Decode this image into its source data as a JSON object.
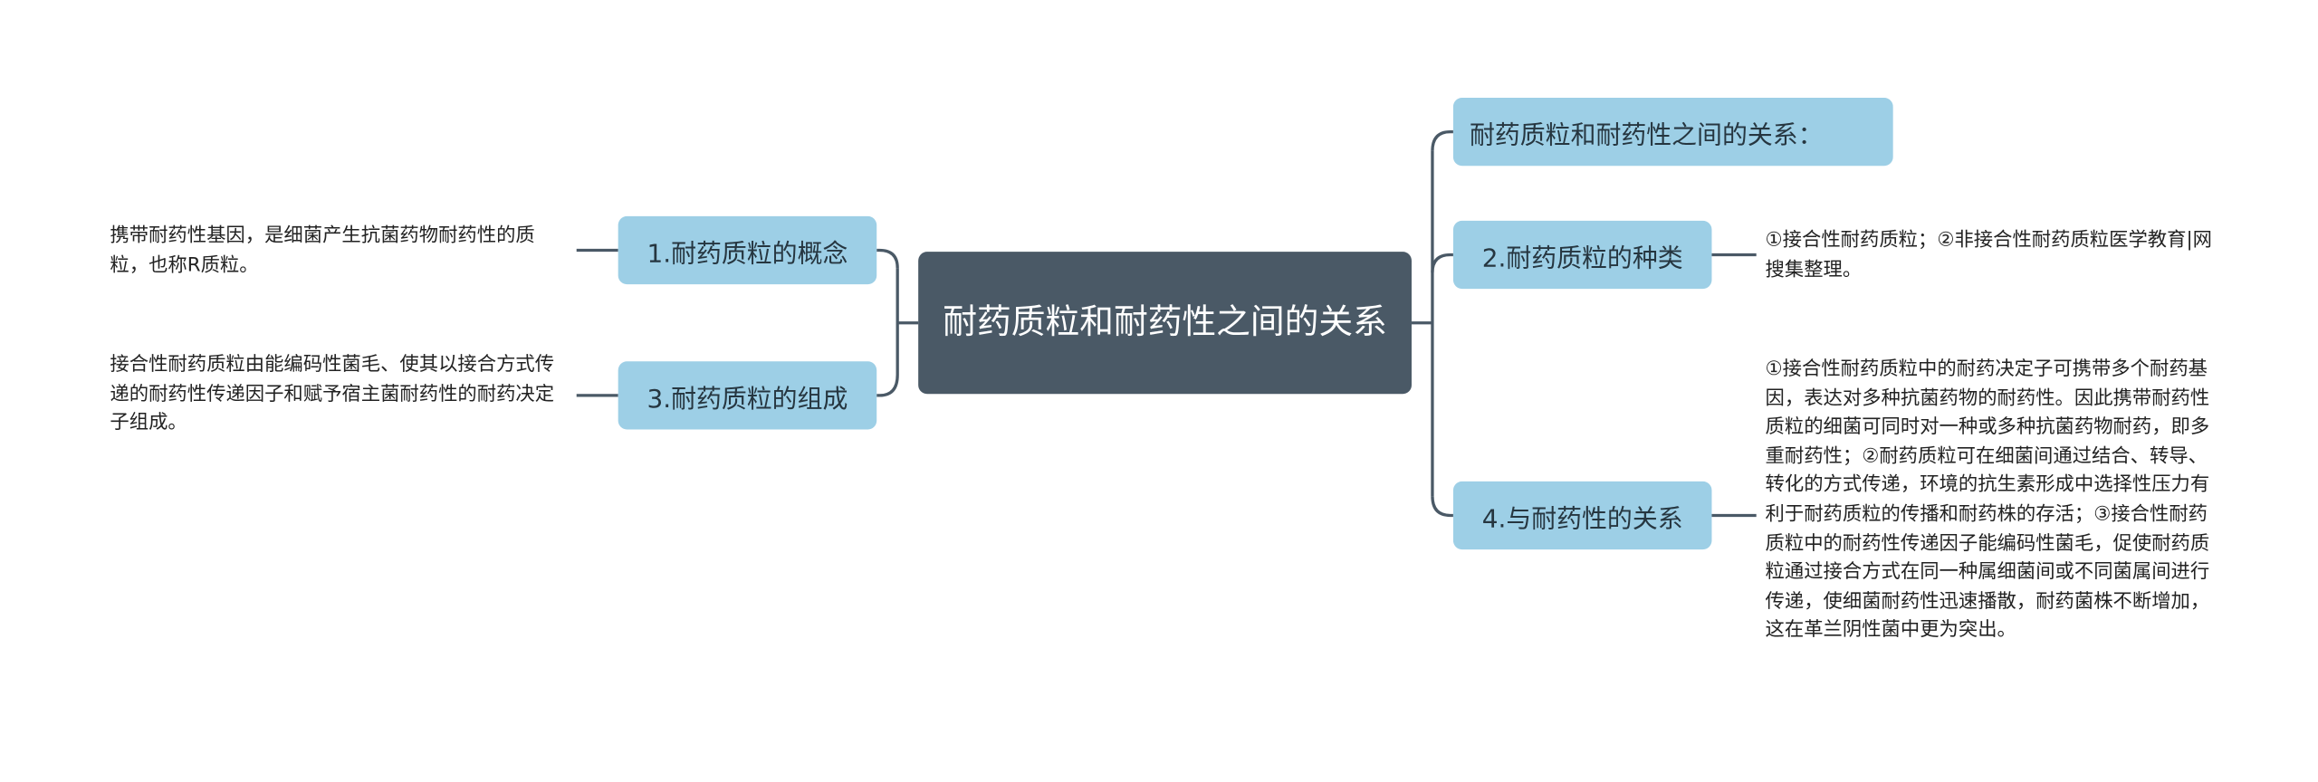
{
  "root": {
    "title": "耐药质粒和耐药性之间的关系"
  },
  "left_branches": [
    {
      "label": "1.耐药质粒的概念",
      "detail": "携带耐药性基因，是细菌产生抗菌药物耐药性的质粒，也称R质粒。"
    },
    {
      "label": "3.耐药质粒的组成",
      "detail": "接合性耐药质粒由能编码性菌毛、使其以接合方式传递的耐药性传递因子和赋予宿主菌耐药性的耐药决定子组成。"
    }
  ],
  "right_branches": [
    {
      "label": "耐药质粒和耐药性之间的关系："
    },
    {
      "label": "2.耐药质粒的种类",
      "detail": "①接合性耐药质粒；②非接合性耐药质粒医学教育|网搜集整理。"
    },
    {
      "label": "4.与耐药性的关系",
      "detail": "①接合性耐药质粒中的耐药决定子可携带多个耐药基因，表达对多种抗菌药物的耐药性。因此携带耐药性质粒的细菌可同时对一种或多种抗菌药物耐药，即多重耐药性；②耐药质粒可在细菌间通过结合、转导、转化的方式传递，环境的抗生素形成中选择性压力有利于耐药质粒的传播和耐药株的存活；③接合性耐药质粒中的耐药性传递因子能编码性菌毛，促使耐药质粒通过接合方式在同一种属细菌间或不同菌属间进行传递，使细菌耐药性迅速播散，耐药菌株不断增加，这在革兰阴性菌中更为突出。"
    }
  ],
  "colors": {
    "root_fill": "#4a5966",
    "branch_fill": "#9dcfe6",
    "connector": "#4a5966",
    "text_dark": "#263640"
  }
}
